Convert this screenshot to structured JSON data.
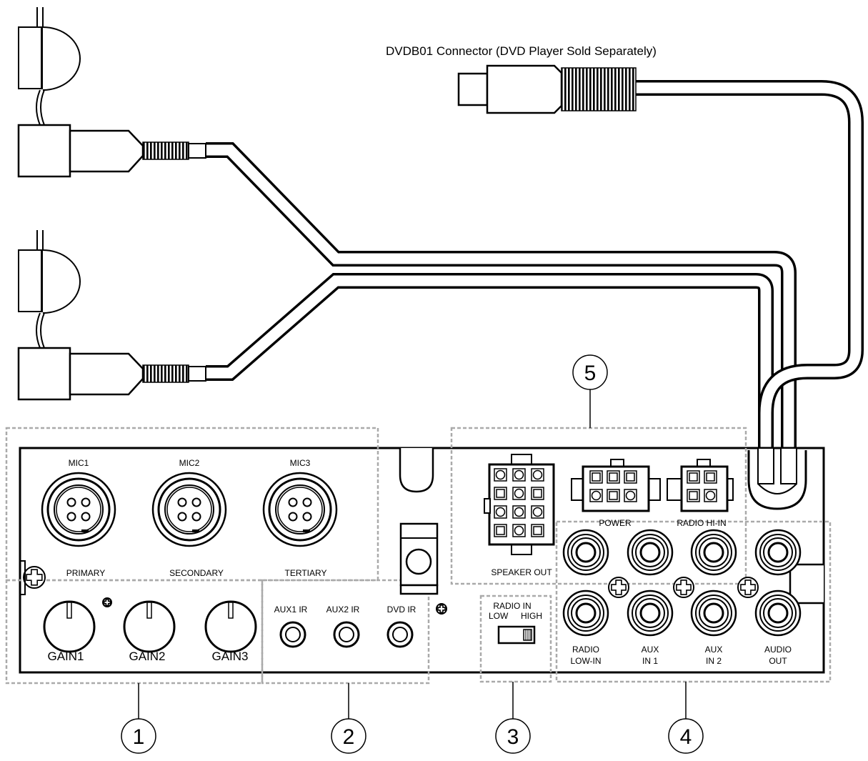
{
  "header": {
    "dvd_connector_label": "DVDB01 Connector (DVD Player Sold Separately)"
  },
  "mics": [
    {
      "label": "MIC1",
      "role": "PRIMARY",
      "gain": "GAIN1"
    },
    {
      "label": "MIC2",
      "role": "SECONDARY",
      "gain": "GAIN2"
    },
    {
      "label": "MIC3",
      "role": "TERTIARY",
      "gain": "GAIN3"
    }
  ],
  "ir_jacks": [
    "AUX1  IR",
    "AUX2  IR",
    "DVD IR"
  ],
  "radio_switch": {
    "title": "RADIO IN",
    "low": "LOW",
    "high": "HIGH"
  },
  "molex": {
    "speaker": "SPEAKER OUT",
    "power": "POWER",
    "radio_hi": "RADIO HI-IN"
  },
  "rca_labels": [
    {
      "line1": "RADIO",
      "line2": "LOW-IN"
    },
    {
      "line1": "AUX",
      "line2": "IN  1"
    },
    {
      "line1": "AUX",
      "line2": "IN  2"
    },
    {
      "line1": "AUDIO",
      "line2": "OUT"
    }
  ],
  "callouts": [
    "1",
    "2",
    "3",
    "4",
    "5"
  ]
}
